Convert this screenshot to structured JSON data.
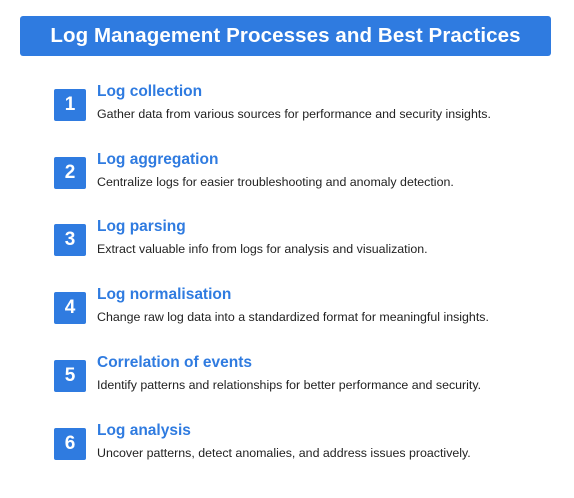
{
  "title": "Log Management Processes and Best Practices",
  "colors": {
    "accent": "#2f7be0",
    "text": "#222222",
    "background": "#ffffff"
  },
  "steps": [
    {
      "number": "1",
      "title": "Log collection",
      "description": "Gather data from various sources for performance and security insights."
    },
    {
      "number": "2",
      "title": "Log aggregation",
      "description": "Centralize logs for easier troubleshooting and anomaly detection."
    },
    {
      "number": "3",
      "title": "Log parsing",
      "description": "Extract valuable info from logs for analysis and visualization."
    },
    {
      "number": "4",
      "title": "Log normalisation",
      "description": "Change raw log data into a standardized format for meaningful insights."
    },
    {
      "number": "5",
      "title": "Correlation of events",
      "description": "Identify patterns and relationships for better performance and security."
    },
    {
      "number": "6",
      "title": "Log analysis",
      "description": "Uncover patterns, detect anomalies, and address issues proactively."
    }
  ]
}
